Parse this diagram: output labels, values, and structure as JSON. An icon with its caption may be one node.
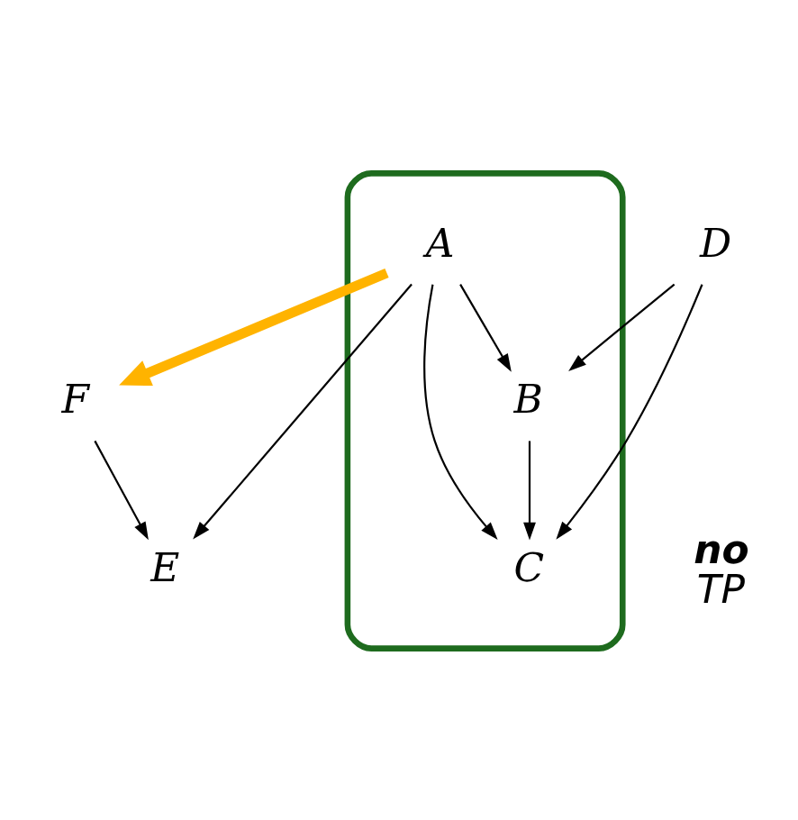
{
  "diagram": {
    "nodes": [
      {
        "text": [
          "E"
        ]
      },
      {
        "text": [
          "F"
        ]
      },
      {
        "text": [],
        "shape": "ellipse"
      },
      {
        "text": [
          "A"
        ],
        "in": 2
      },
      {
        "text": [
          "B"
        ],
        "in": 2
      },
      {
        "text": [
          "C"
        ],
        "in": 2
      },
      {
        "text": [
          "D"
        ]
      }
    ],
    "edges": [
      {
        "from": 1,
        "to": 0,
        "arrow": "to"
      },
      {
        "from": 3,
        "to": 0,
        "arrow": "to"
      },
      {
        "from": 3,
        "to": 1,
        "arrow": "to",
        "style": "thick",
        "color": "#ffb300"
      },
      {
        "from": 3,
        "to": 4,
        "arrow": "to"
      },
      {
        "from": 3,
        "to": 5,
        "arrow": "to"
      },
      {
        "from": 4,
        "to": 5,
        "arrow": "to"
      },
      {
        "from": 6,
        "to": 5,
        "arrow": "to"
      },
      {
        "from": 6,
        "to": 4,
        "arrow": "to"
      }
    ],
    "labels": [
      "no",
      "TP"
    ]
  }
}
